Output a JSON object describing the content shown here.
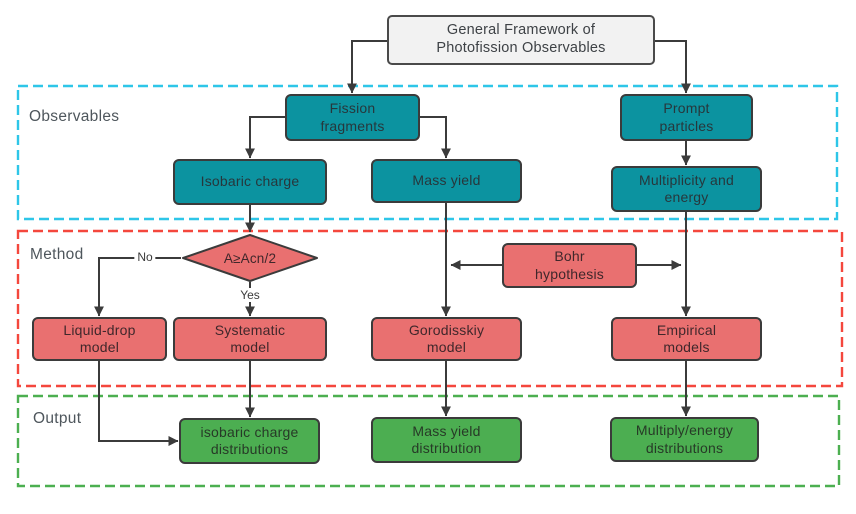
{
  "title": "General Framework of\nPhotofission Observables",
  "regions": {
    "observables": {
      "label": "Observables"
    },
    "method": {
      "label": "Method"
    },
    "output": {
      "label": "Output"
    }
  },
  "nodes": {
    "fission_fragments": "Fission\nfragments",
    "prompt_particles": "Prompt\nparticles",
    "isobaric_charge": "Isobaric charge",
    "mass_yield": "Mass yield",
    "multiplicity_energy": "Multiplicity and\nenergy",
    "decision": "A≥Acn/2",
    "bohr_hypothesis": "Bohr\nhypothesis",
    "liquid_drop_model": "Liquid-drop\nmodel",
    "systematic_model": "Systematic\nmodel",
    "gorodisskiy_model": "Gorodisskiy\nmodel",
    "empirical_models": "Empirical\nmodels",
    "isobaric_charge_distributions": "isobaric charge\ndistributions",
    "mass_yield_distribution": "Mass yield\ndistribution",
    "multiply_energy_distributions": "Multiply/energy\ndistributions"
  },
  "edge_labels": {
    "no": "No",
    "yes": "Yes"
  },
  "colors": {
    "observable_box_fill": "#0C93A0",
    "method_box_fill": "#E97070",
    "output_box_fill": "#4CAE51",
    "title_box_fill": "#F2F2F2",
    "observables_region_border": "#2EC6E8",
    "method_region_border": "#F4473D",
    "output_region_border": "#4CAF50",
    "connector_line": "#3B3B3B"
  }
}
